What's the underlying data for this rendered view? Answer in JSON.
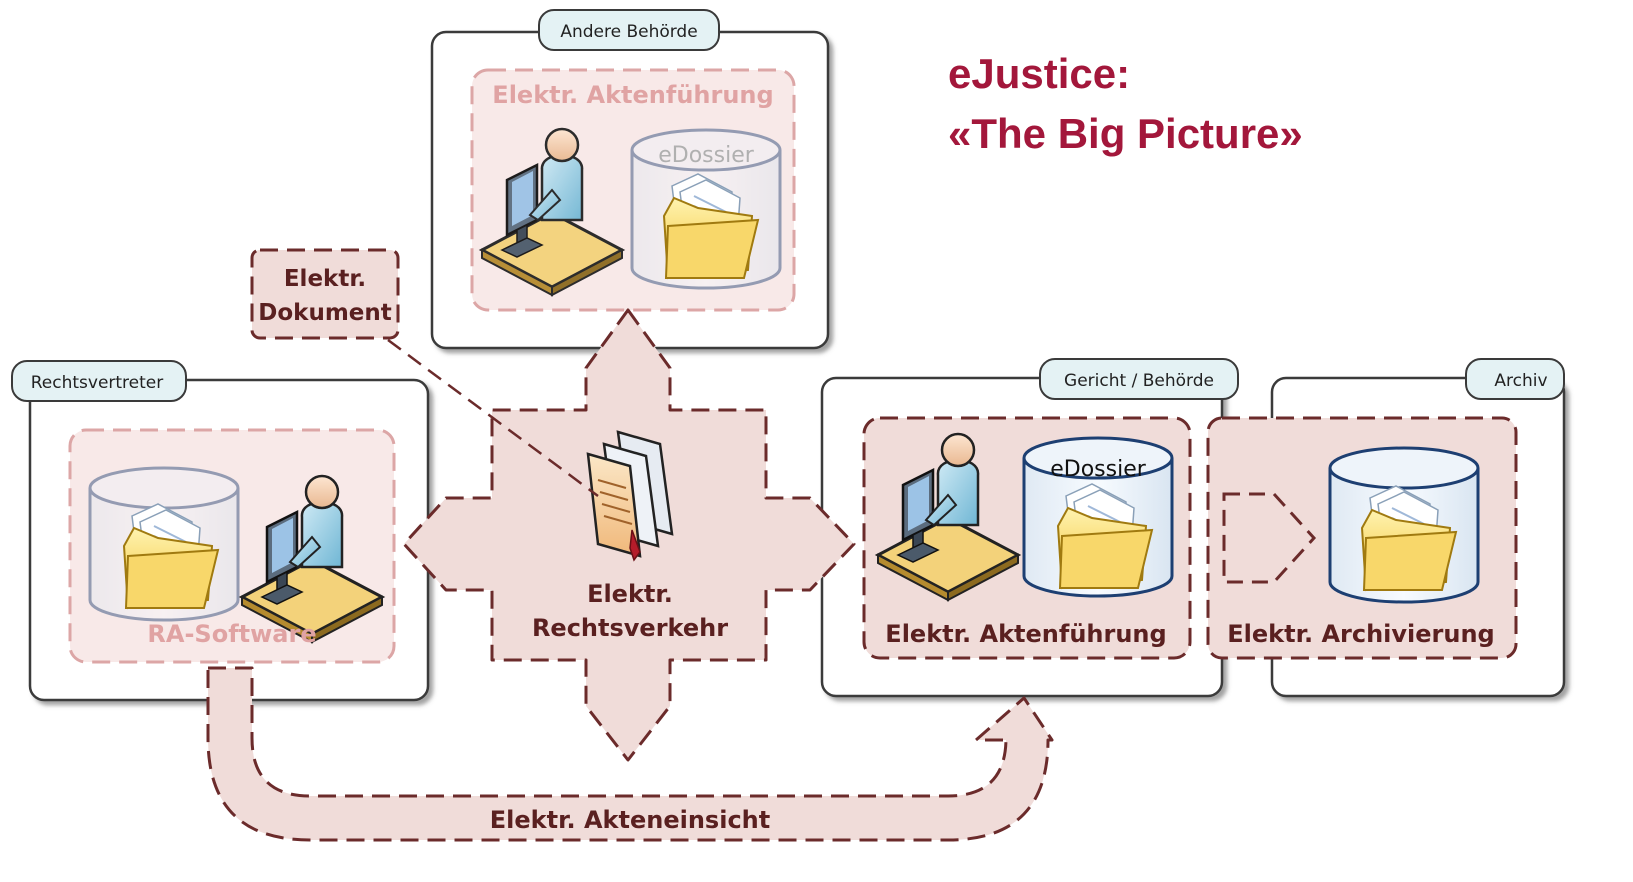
{
  "title": {
    "line1": "eJustice:",
    "line2": "«The Big Picture»"
  },
  "containers": {
    "andere_behoerde": "Andere Behörde",
    "rechtsvertreter": "Rechtsvertreter",
    "gericht_behoerde": "Gericht / Behörde",
    "archiv": "Archiv"
  },
  "systems": {
    "andere_aktenfuehrung": "Elektr. Aktenführung",
    "ra_software": "RA-Software",
    "gericht_aktenfuehrung": "Elektr. Aktenführung",
    "archivierung": "Elektr. Archivierung"
  },
  "edossier_labels": {
    "andere": "eDossier",
    "gericht": "eDossier"
  },
  "document_callout": {
    "line1": "Elektr.",
    "line2": "Dokument"
  },
  "rechtsverkehr": {
    "line1": "Elektr.",
    "line2": "Rechtsverkehr"
  },
  "akteneinsicht": "Elektr. Akteneinsicht",
  "colors": {
    "title": "#a3173b",
    "shape_fill": "#f0dcd9",
    "shape_stroke": "#6b2b2b",
    "faded_fill": "#f8e9e8",
    "faded_stroke": "#dca6a6",
    "faded_text": "#e0a3a3",
    "tab_fill": "#e4f2f4",
    "db_stroke": "#1d3f72",
    "folder": "#f6d35a"
  },
  "icons": [
    "person-at-computer-icon",
    "database-icon",
    "folder-icon",
    "document-stack-icon"
  ]
}
